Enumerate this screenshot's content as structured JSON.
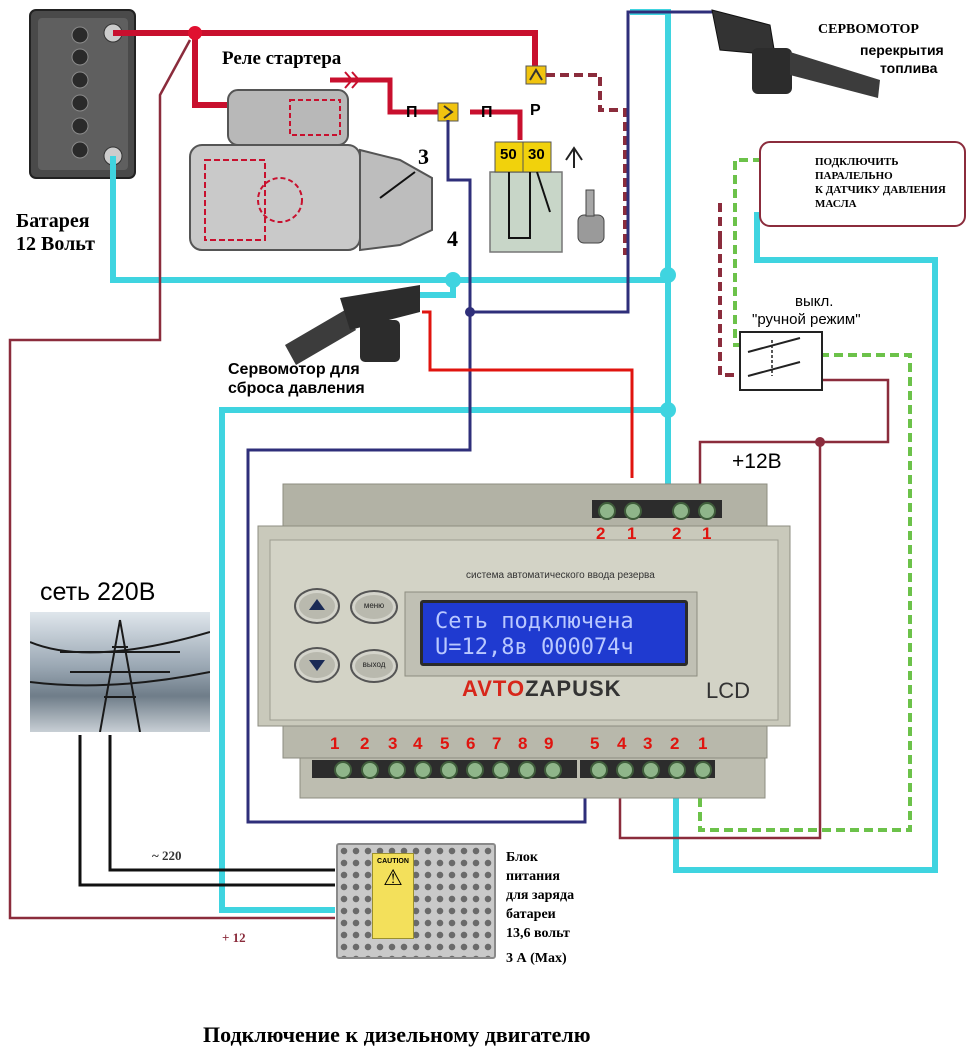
{
  "diagram": {
    "title": "Подключение к дизельному двигателю",
    "battery_label_line1": "Батарея",
    "battery_label_line2": "12 Вольт",
    "starter_relay_label": "Реле стартера",
    "starter_number": "3",
    "ignition_number": "4",
    "terminal_50": "50",
    "terminal_30": "30",
    "terminal_p1": "П",
    "terminal_p2": "П",
    "terminal_r": "Р",
    "fuel_servo_line1": "СЕРВОМОТОР",
    "fuel_servo_line2": "перекрытия",
    "fuel_servo_line3": "топлива",
    "oil_note_line1": "ПОДКЛЮЧИТЬ",
    "oil_note_line2": "ПАРАЛЕЛЬНО",
    "oil_note_line3": "К ДАТЧИКУ ДАВЛЕНИЯ",
    "oil_note_line4": "МАСЛА",
    "pressure_servo_line1": "Сервомотор  для",
    "pressure_servo_line2": "сброса  давления",
    "manual_switch_line1": "выкл.",
    "manual_switch_line2": "\"ручной режим\"",
    "plus12_label": "+12В",
    "mains_label": "сеть 220В",
    "ac_label": "~ 220",
    "dc_label": "+ 12",
    "psu_line1": "Блок",
    "psu_line2": "питания",
    "psu_line3": "для заряда",
    "psu_line4": "батареи",
    "psu_line5": "13,6 вольт",
    "psu_line6": "3 А (Max)",
    "psu_caution": "CAUTION"
  },
  "controller": {
    "subtitle": "система автоматического ввода резерва",
    "lcd_line1": "Сеть  подключена",
    "lcd_line2": "U=12,8в   000074ч",
    "brand_part1": "AVTO",
    "brand_part2": "ZAPUSK",
    "model": "LCD",
    "btn_menu": "меню",
    "btn_exit": "выход",
    "top_terminals_left": [
      "2",
      "1"
    ],
    "top_terminals_right": [
      "2",
      "1"
    ],
    "bottom_terminals_left": [
      "1",
      "2",
      "3",
      "4",
      "5",
      "6",
      "7",
      "8",
      "9"
    ],
    "bottom_terminals_right": [
      "5",
      "4",
      "3",
      "2",
      "1"
    ]
  },
  "colors": {
    "battery_positive": "#c8102e",
    "cyan_wire": "#3fd4e0",
    "navy_wire": "#2f2f7a",
    "brown_wire": "#8b2c3c",
    "green_dashed": "#6cc24a",
    "accent_red": "#e0140f",
    "lcd_background": "#1f3ad0"
  }
}
